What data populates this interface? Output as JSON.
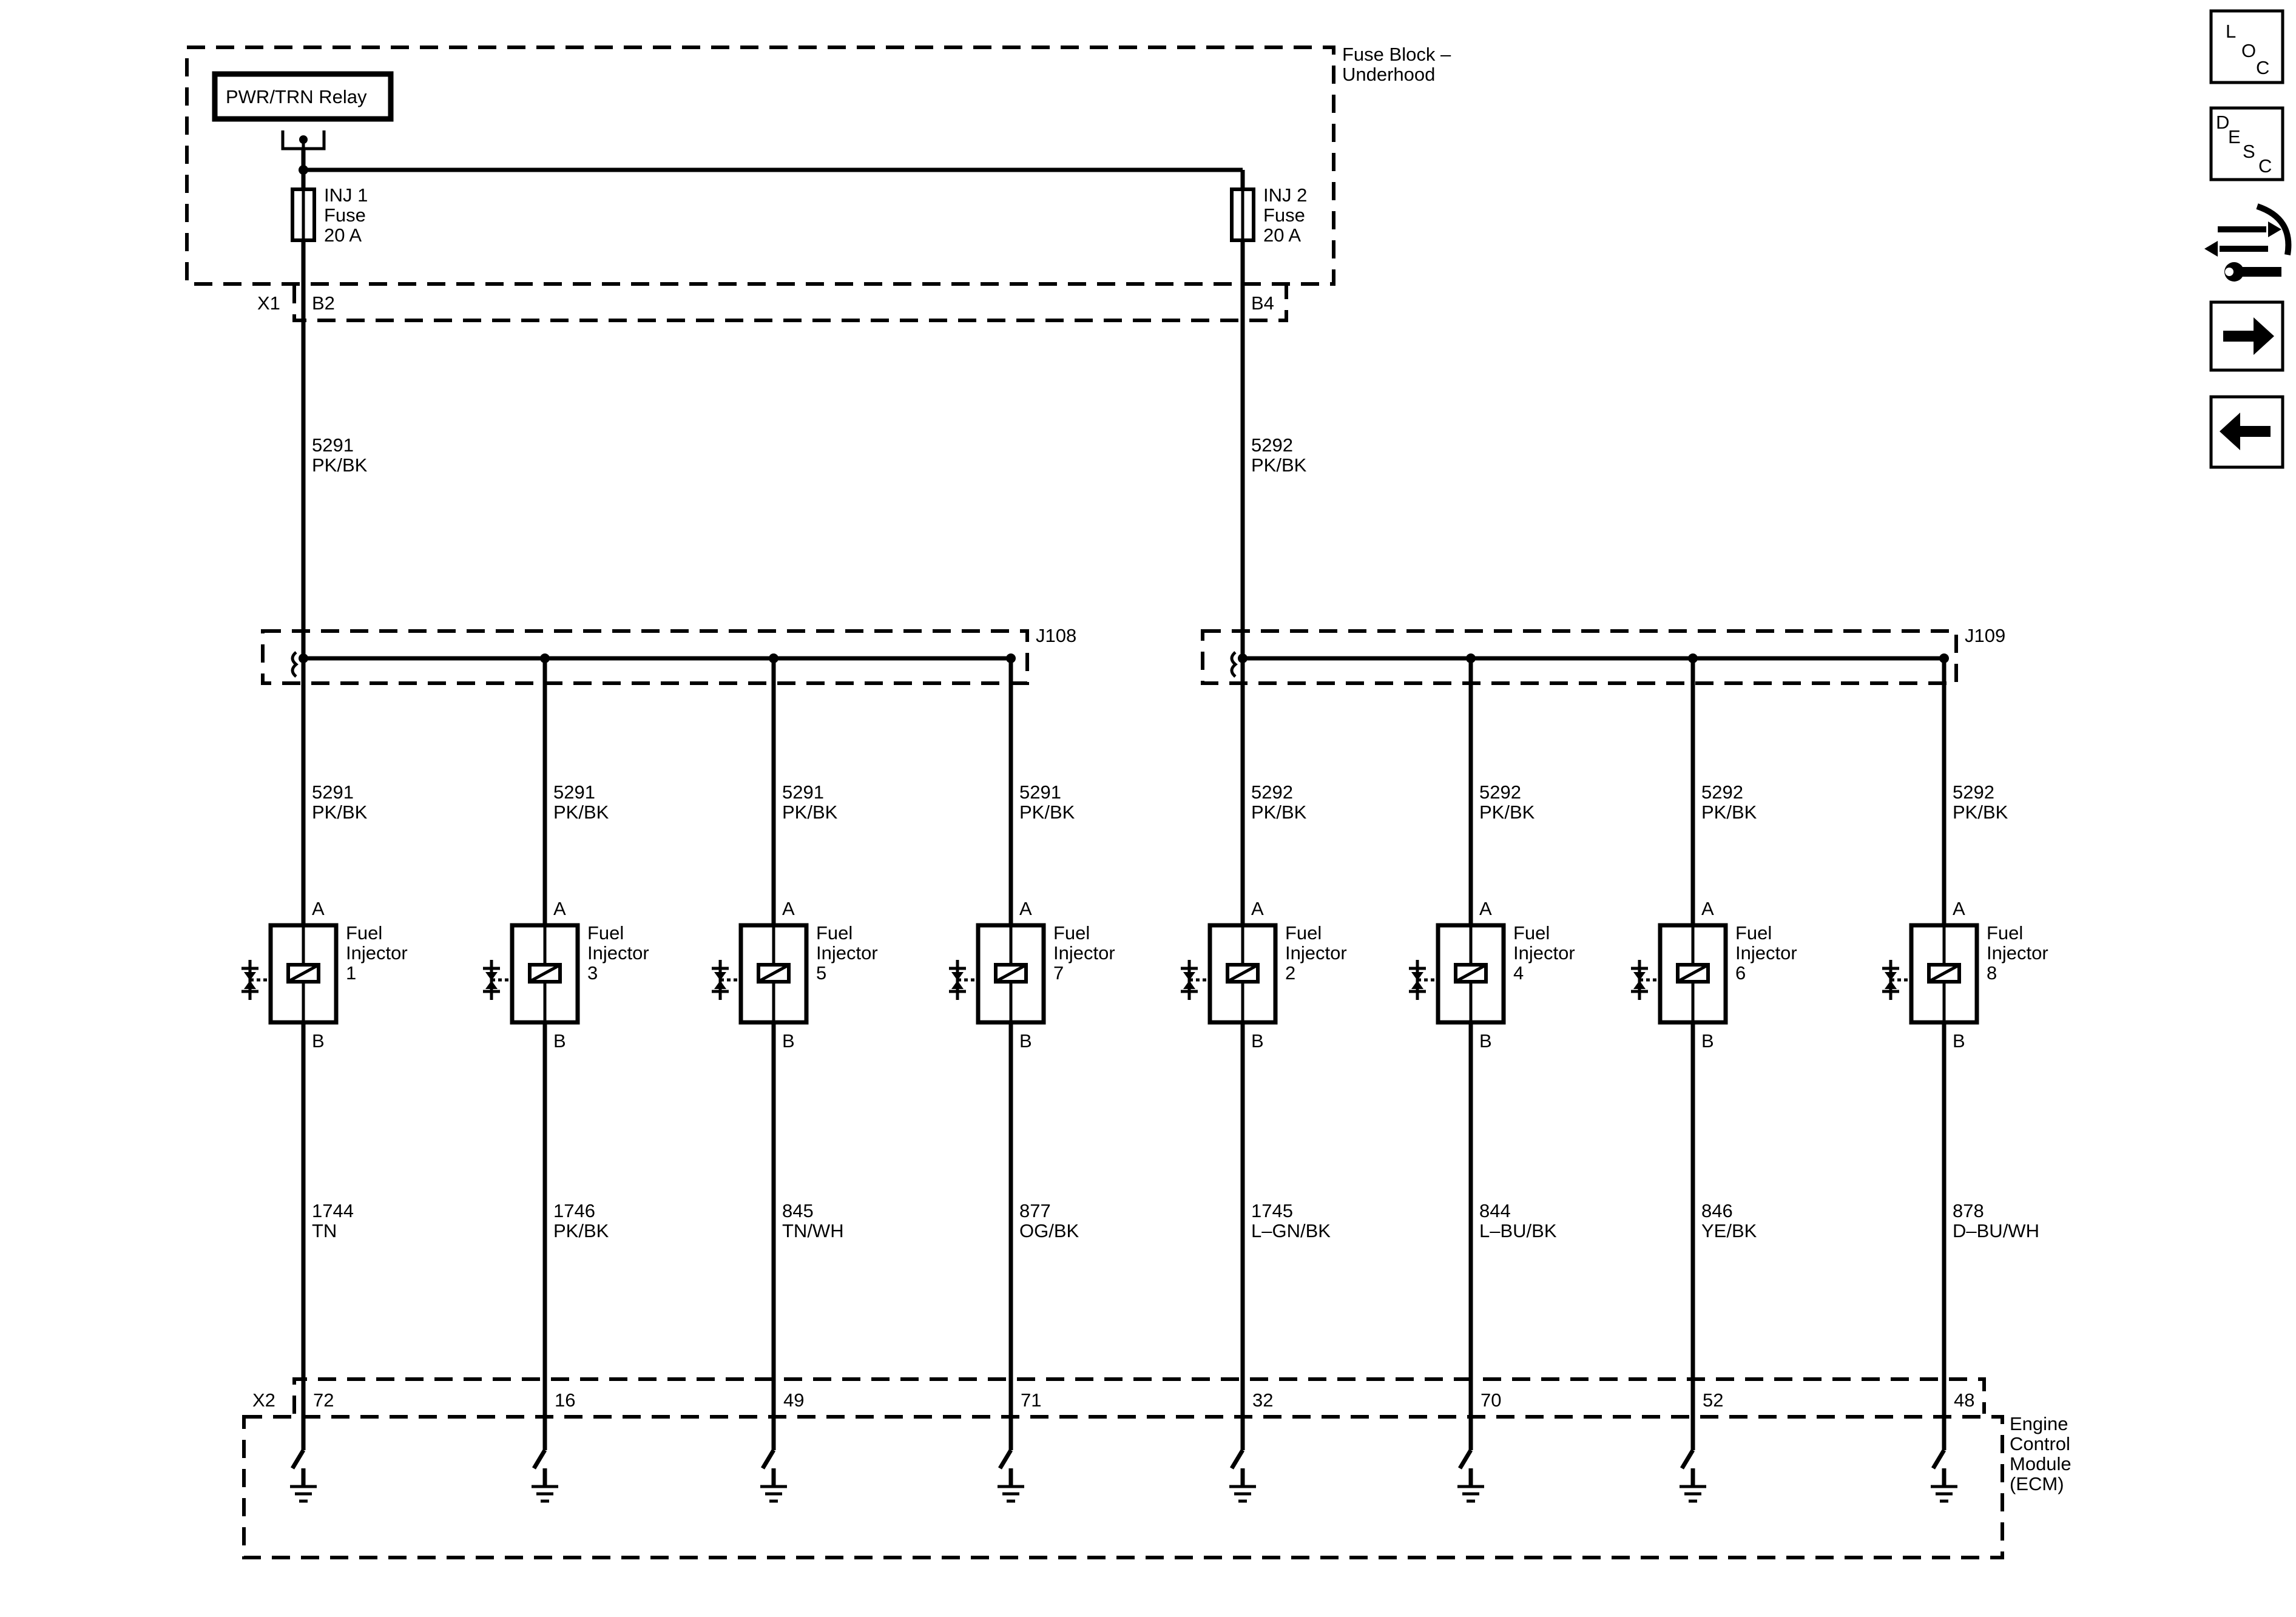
{
  "fuse_block": {
    "label_line1": "Fuse Block –",
    "label_line2": "Underhood",
    "relay_label": "PWR/TRN Relay",
    "connector": "X1",
    "fuses": [
      {
        "line1": "INJ 1",
        "line2": "Fuse",
        "line3": "20 A",
        "pin": "B2"
      },
      {
        "line1": "INJ 2",
        "line2": "Fuse",
        "line3": "20 A",
        "pin": "B4"
      }
    ]
  },
  "feed_wires": [
    {
      "circuit": "5291",
      "color": "PK/BK"
    },
    {
      "circuit": "5292",
      "color": "PK/BK"
    }
  ],
  "splices": [
    "J108",
    "J109"
  ],
  "injectors": [
    {
      "name_line1": "Fuel",
      "name_line2": "Injector",
      "number": "1",
      "pin_a": "A",
      "pin_b": "B",
      "feed_circuit": "5291",
      "feed_color": "PK/BK",
      "ctrl_circuit": "1744",
      "ctrl_color": "TN",
      "ecm_pin": "72"
    },
    {
      "name_line1": "Fuel",
      "name_line2": "Injector",
      "number": "3",
      "pin_a": "A",
      "pin_b": "B",
      "feed_circuit": "5291",
      "feed_color": "PK/BK",
      "ctrl_circuit": "1746",
      "ctrl_color": "PK/BK",
      "ecm_pin": "16"
    },
    {
      "name_line1": "Fuel",
      "name_line2": "Injector",
      "number": "5",
      "pin_a": "A",
      "pin_b": "B",
      "feed_circuit": "5291",
      "feed_color": "PK/BK",
      "ctrl_circuit": "845",
      "ctrl_color": "TN/WH",
      "ecm_pin": "49"
    },
    {
      "name_line1": "Fuel",
      "name_line2": "Injector",
      "number": "7",
      "pin_a": "A",
      "pin_b": "B",
      "feed_circuit": "5291",
      "feed_color": "PK/BK",
      "ctrl_circuit": "877",
      "ctrl_color": "OG/BK",
      "ecm_pin": "71"
    },
    {
      "name_line1": "Fuel",
      "name_line2": "Injector",
      "number": "2",
      "pin_a": "A",
      "pin_b": "B",
      "feed_circuit": "5292",
      "feed_color": "PK/BK",
      "ctrl_circuit": "1745",
      "ctrl_color": "L–GN/BK",
      "ecm_pin": "32"
    },
    {
      "name_line1": "Fuel",
      "name_line2": "Injector",
      "number": "4",
      "pin_a": "A",
      "pin_b": "B",
      "feed_circuit": "5292",
      "feed_color": "PK/BK",
      "ctrl_circuit": "844",
      "ctrl_color": "L–BU/BK",
      "ecm_pin": "70"
    },
    {
      "name_line1": "Fuel",
      "name_line2": "Injector",
      "number": "6",
      "pin_a": "A",
      "pin_b": "B",
      "feed_circuit": "5292",
      "feed_color": "PK/BK",
      "ctrl_circuit": "846",
      "ctrl_color": "YE/BK",
      "ecm_pin": "52"
    },
    {
      "name_line1": "Fuel",
      "name_line2": "Injector",
      "number": "8",
      "pin_a": "A",
      "pin_b": "B",
      "feed_circuit": "5292",
      "feed_color": "PK/BK",
      "ctrl_circuit": "878",
      "ctrl_color": "D–BU/WH",
      "ecm_pin": "48"
    }
  ],
  "ecm": {
    "connector": "X2",
    "label_line1": "Engine",
    "label_line2": "Control",
    "label_line3": "Module",
    "label_line4": "(ECM)"
  },
  "nav": {
    "loc": {
      "l1": "L",
      "l2": "O",
      "l3": "C"
    },
    "desc": {
      "l1": "D",
      "l2": "E",
      "l3": "S",
      "l4": "C"
    },
    "icons": [
      "connector-wrench-icon",
      "arrow-right-icon",
      "arrow-left-icon"
    ]
  }
}
